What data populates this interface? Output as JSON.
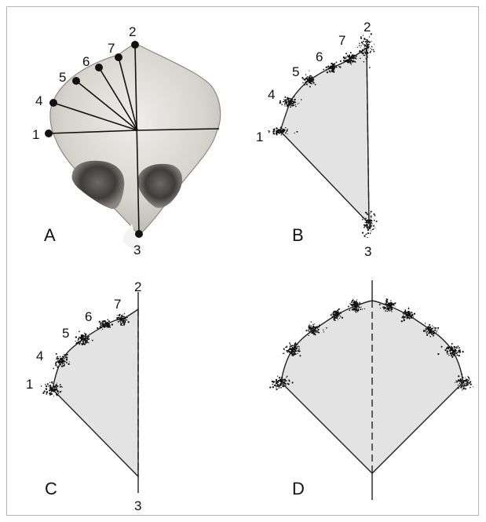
{
  "panels": [
    {
      "id": "A",
      "label": "A",
      "landmarks": [
        "1",
        "4",
        "5",
        "6",
        "7",
        "2",
        "3"
      ]
    },
    {
      "id": "B",
      "label": "B",
      "landmarks": [
        "1",
        "4",
        "5",
        "6",
        "7",
        "2",
        "3"
      ]
    },
    {
      "id": "C",
      "label": "C",
      "landmarks": [
        "1",
        "4",
        "5",
        "6",
        "7",
        "2",
        "3"
      ]
    },
    {
      "id": "D",
      "label": "D",
      "landmarks": []
    }
  ],
  "colors": {
    "frame": "#b3b3b3",
    "wedge_fill": "#e3e3e3",
    "line": "#222222",
    "point_cloud": "#111111",
    "petal_base": "#d9d6d0",
    "petal_dark": "#3a3836"
  }
}
